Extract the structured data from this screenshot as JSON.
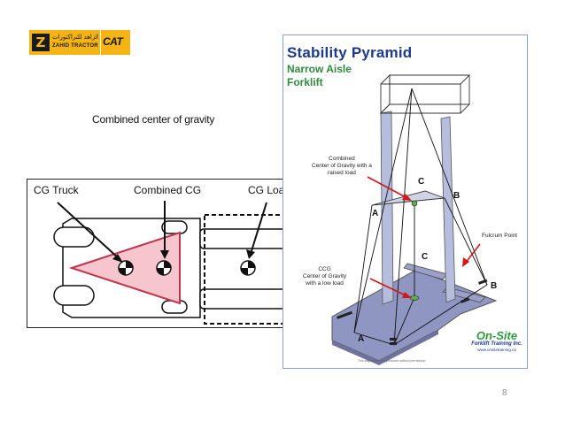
{
  "logo": {
    "arabic_text": "مجموعة الزاهد للتراكتورات",
    "company_text": "ZAHID TRACTOR",
    "brand_text": "CAT"
  },
  "caption": "Combined center of gravity",
  "cg_diagram": {
    "labels": {
      "truck": "CG Truck",
      "combined": "Combined CG",
      "load": "CG Load"
    },
    "colors": {
      "triangle_fill": "#f6c5cd",
      "triangle_stroke": "#c2334d"
    }
  },
  "poster": {
    "title": "Stability Pyramid",
    "subtitle_line1": "Narrow Aisle",
    "subtitle_line2": "Forklift",
    "combined_label": {
      "line1": "Combined",
      "line2": "Center of Gravity with a",
      "line3": "raised load"
    },
    "ccg_label": {
      "line1": "CCG",
      "line2": "Center of Gravity",
      "line3": "with a low load"
    },
    "fulcrum": "Fulcrum Point",
    "letters": {
      "a_upper": "A",
      "b_upper": "B",
      "c_upper": "C",
      "c_lower": "C",
      "b_lower": "B",
      "a_lower": "A"
    },
    "brand": {
      "name": "On-Site",
      "tagline": "Forklift Training Inc.",
      "url": "www.onsitetraining.ca"
    },
    "footer_note": "This page may be reproduced without permission",
    "colors": {
      "title": "#1d3a8c",
      "subtitle": "#2e8a3c",
      "frame": "#8aa0d0",
      "mast": "#b7bedd",
      "base": "#8f96c2"
    }
  },
  "page_number": "8"
}
